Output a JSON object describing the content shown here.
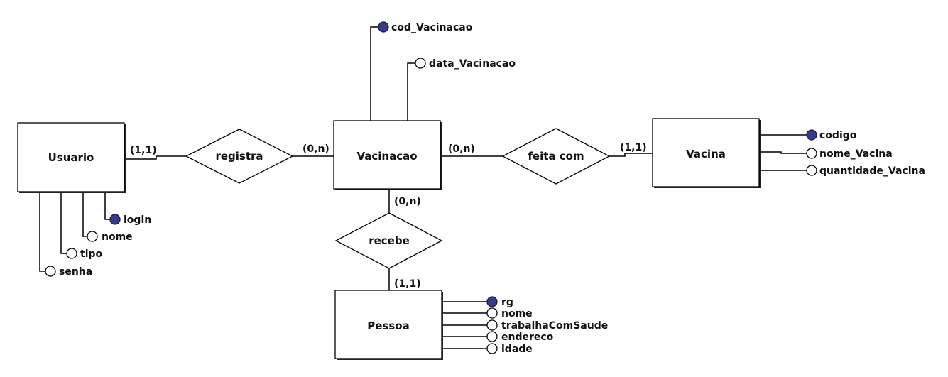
{
  "entities": {
    "usuario": "Usuario",
    "vacinacao": "Vacinacao",
    "vacina": "Vacina",
    "pessoa": "Pessoa"
  },
  "relationships": {
    "registra": "registra",
    "feita_com": "feita com",
    "recebe": "recebe"
  },
  "cardinalities": {
    "usuario_registra": "(1,1)",
    "vacinacao_registra": "(0,n)",
    "vacinacao_feita_com": "(0,n)",
    "vacina_feita_com": "(1,1)",
    "vacinacao_recebe": "(0,n)",
    "pessoa_recebe": "(1,1)"
  },
  "attributes": {
    "usuario": [
      {
        "name": "login",
        "key": true
      },
      {
        "name": "nome",
        "key": false
      },
      {
        "name": "tipo",
        "key": false
      },
      {
        "name": "senha",
        "key": false
      }
    ],
    "vacinacao": [
      {
        "name": "cod_Vacinacao",
        "key": true
      },
      {
        "name": "data_Vacinacao",
        "key": false
      }
    ],
    "vacina": [
      {
        "name": "codigo",
        "key": true
      },
      {
        "name": "nome_Vacina",
        "key": false
      },
      {
        "name": "quantidade_Vacina",
        "key": false
      }
    ],
    "pessoa": [
      {
        "name": "rg",
        "key": true
      },
      {
        "name": "nome",
        "key": false
      },
      {
        "name": "trabalhaComSaude",
        "key": false
      },
      {
        "name": "endereco",
        "key": false
      },
      {
        "name": "idade",
        "key": false
      }
    ]
  },
  "colors": {
    "key_attribute_fill": "#3a3a8c",
    "line": "#000000",
    "background": "#ffffff"
  }
}
